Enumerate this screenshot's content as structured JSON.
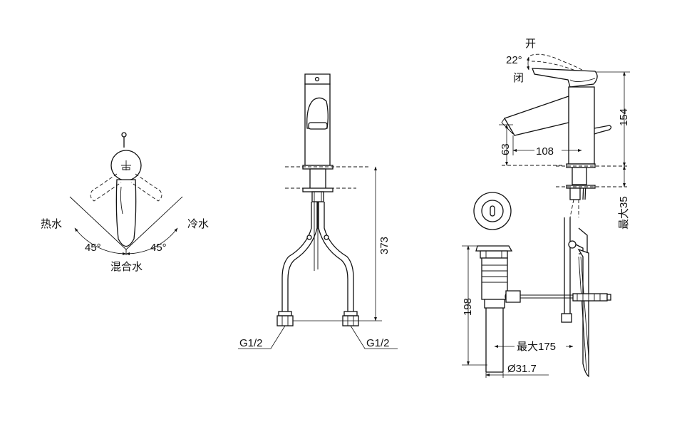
{
  "top_view": {
    "hot_label": "热水",
    "cold_label": "冷水",
    "mix_label": "混合水",
    "angle_left": "45°",
    "angle_right": "45°"
  },
  "front_view": {
    "height_label": "373",
    "thread_left": "G1/2",
    "thread_right": "G1/2"
  },
  "side_view": {
    "open_label": "开",
    "close_label": "闭",
    "lever_angle": "22°",
    "height_label": "154",
    "spout_height_label": "63",
    "spout_reach_label": "108",
    "max_deck_label": "最大35"
  },
  "drain_view": {
    "height_label": "198",
    "max_reach_label": "最大175",
    "diameter_label": "Ø31.7"
  }
}
